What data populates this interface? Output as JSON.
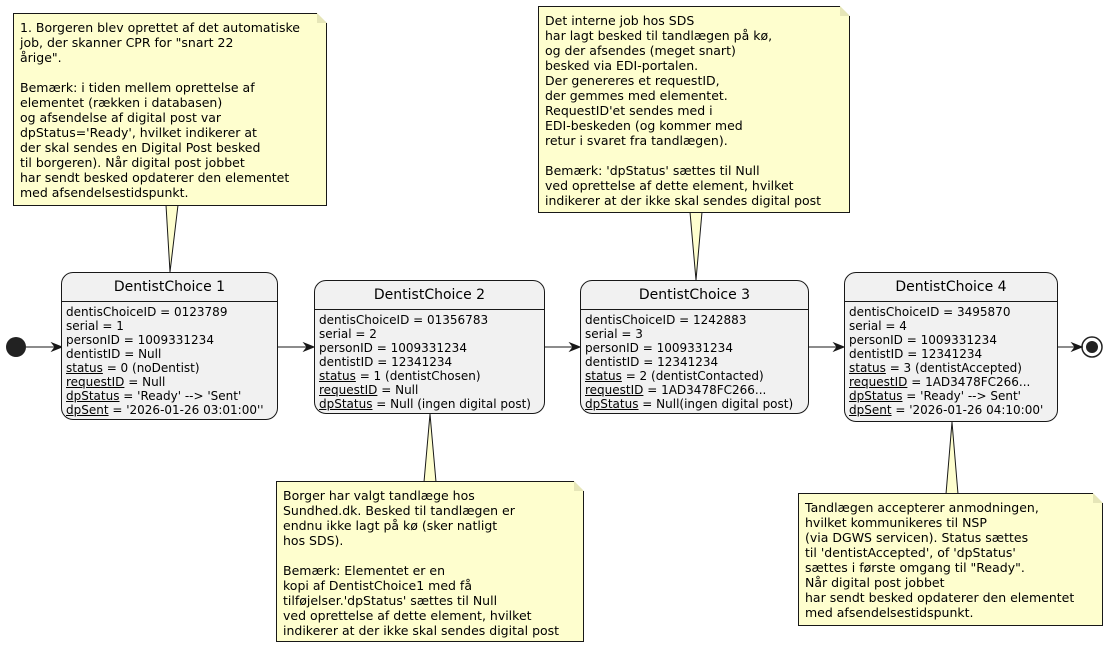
{
  "states": [
    {
      "title": "DentistChoice 1",
      "attributes": [
        {
          "key": "dentisChoiceID",
          "value": " = 0123789",
          "underline": false
        },
        {
          "key": "serial",
          "value": " = 1",
          "underline": false
        },
        {
          "key": "personID",
          "value": " = 1009331234",
          "underline": false
        },
        {
          "key": "dentistID",
          "value": " = Null",
          "underline": false
        },
        {
          "key": "status",
          "value": " = 0 (noDentist)",
          "underline": true
        },
        {
          "key": "requestID",
          "value": " = Null",
          "underline": true
        },
        {
          "key": "dpStatus",
          "value": " = 'Ready' --> 'Sent'",
          "underline": true
        },
        {
          "key": "dpSent",
          "value": " = '2026-01-26 03:01:00''",
          "underline": true
        }
      ]
    },
    {
      "title": "DentistChoice 2",
      "attributes": [
        {
          "key": "dentisChoiceID",
          "value": " = 01356783",
          "underline": false
        },
        {
          "key": "serial",
          "value": " = 2",
          "underline": false
        },
        {
          "key": "personID",
          "value": " = 1009331234",
          "underline": false
        },
        {
          "key": "dentistID",
          "value": " = 12341234",
          "underline": false
        },
        {
          "key": "status",
          "value": " = 1 (dentistChosen)",
          "underline": true
        },
        {
          "key": "requestID",
          "value": " = Null",
          "underline": true
        },
        {
          "key": "dpStatus",
          "value": " = Null (ingen digital post)",
          "underline": true
        }
      ]
    },
    {
      "title": "DentistChoice 3",
      "attributes": [
        {
          "key": "dentisChoiceID",
          "value": " = 1242883",
          "underline": false
        },
        {
          "key": "serial",
          "value": " = 3",
          "underline": false
        },
        {
          "key": "personID",
          "value": " = 1009331234",
          "underline": false
        },
        {
          "key": "dentistID",
          "value": " = 12341234",
          "underline": false
        },
        {
          "key": "status",
          "value": " = 2 (dentistContacted)",
          "underline": true
        },
        {
          "key": "requestID",
          "value": " = 1AD3478FC266...",
          "underline": true
        },
        {
          "key": "dpStatus",
          "value": " = Null(ingen digital post)",
          "underline": true
        }
      ]
    },
    {
      "title": "DentistChoice 4",
      "attributes": [
        {
          "key": "dentisChoiceID",
          "value": " = 3495870",
          "underline": false
        },
        {
          "key": "serial",
          "value": " = 4",
          "underline": false
        },
        {
          "key": "personID",
          "value": " = 1009331234",
          "underline": false
        },
        {
          "key": "dentistID",
          "value": " = 12341234",
          "underline": false
        },
        {
          "key": "status",
          "value": " = 3 (dentistAccepted)",
          "underline": true
        },
        {
          "key": "requestID",
          "value": " = 1AD3478FC266...",
          "underline": true
        },
        {
          "key": "dpStatus",
          "value": " = 'Ready' --> Sent'",
          "underline": true
        },
        {
          "key": "dpSent",
          "value": " = '2026-01-26 04:10:00'",
          "underline": true
        }
      ]
    }
  ],
  "notes": [
    "1. Borgeren blev oprettet af det automatiske\njob, der skanner CPR for \"snart 22\nårige\".\n\nBemærk: i tiden mellem oprettelse af\nelementet (rækken i databasen)\nog afsendelse af digital post var\ndpStatus='Ready', hvilket indikerer at\nder skal sendes en Digital Post besked\ntil borgeren). Når digital post jobbet\nhar sendt besked opdaterer den elementet\nmed afsendelsestidspunkt.",
    "Borger har valgt tandlæge hos\nSundhed.dk. Besked til tandlægen er\nendnu ikke lagt på kø (sker natligt\nhos SDS).\n\nBemærk: Elementet er en\nkopi af DentistChoice1 med få\ntilføjelser.'dpStatus' sættes til Null\nved oprettelse af dette element, hvilket\nindikerer at der ikke skal sendes digital post",
    "Det interne job hos SDS\nhar lagt besked til tandlægen på kø,\nog der afsendes (meget snart)\nbesked via EDI-portalen.\nDer genereres et requestID,\nder gemmes med elementet.\nRequestID'et sendes med i\nEDI-beskeden (og kommer med\nretur i svaret fra tandlægen).\n\nBemærk: 'dpStatus' sættes til Null\nved oprettelse af dette element, hvilket\nindikerer at der ikke skal sendes digital post",
    "Tandlægen accepterer anmodningen,\nhvilket kommunikeres til NSP\n(via DGWS servicen). Status sættes\ntil 'dentistAccepted', of 'dpStatus'\nsættes i første omgang til \"Ready\".\nNår digital post jobbet\nhar sendt besked opdaterer den elementet\nmed afsendelsestidspunkt."
  ]
}
